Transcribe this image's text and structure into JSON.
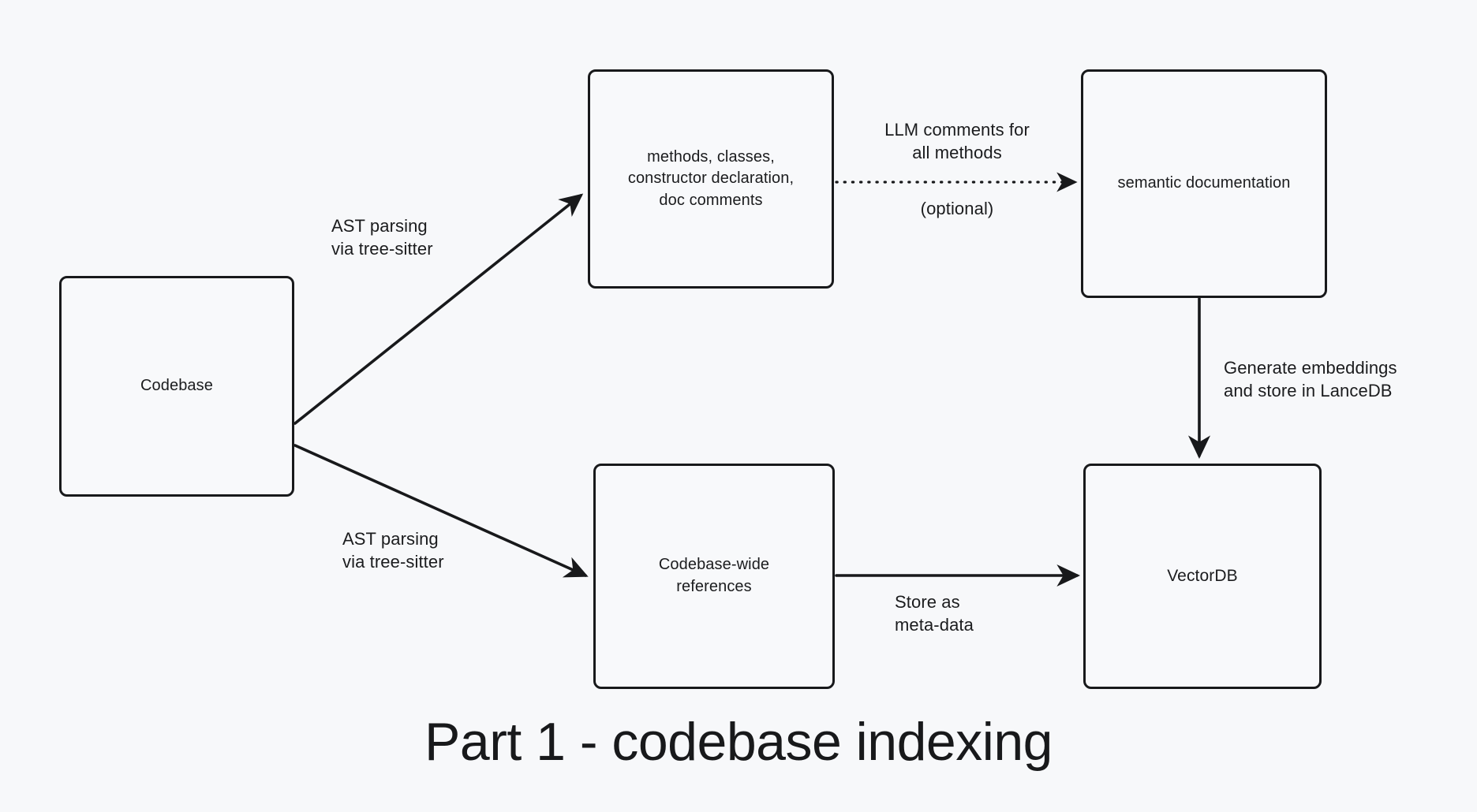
{
  "diagram": {
    "title": "Part 1 - codebase indexing",
    "background_color": "#f7f8fa",
    "stroke_color": "#18191b",
    "nodes": [
      {
        "id": "codebase",
        "label": "Codebase"
      },
      {
        "id": "extracted",
        "label": "methods, classes,\nconstructor declaration,\ndoc comments"
      },
      {
        "id": "semantic_documentation",
        "label": "semantic documentation"
      },
      {
        "id": "codebase_wide_references",
        "label": "Codebase-wide\nreferences"
      },
      {
        "id": "vectordb",
        "label": "VectorDB"
      }
    ],
    "edges": [
      {
        "id": "codebase-to-extracted",
        "from": "codebase",
        "to": "extracted",
        "style": "solid",
        "label": "AST parsing\nvia tree-sitter"
      },
      {
        "id": "extracted-to-semantic",
        "from": "extracted",
        "to": "semantic_documentation",
        "style": "dotted",
        "label": "LLM comments for\nall methods",
        "sublabel": "(optional)"
      },
      {
        "id": "codebase-to-references",
        "from": "codebase",
        "to": "codebase_wide_references",
        "style": "solid",
        "label": "AST parsing\nvia tree-sitter"
      },
      {
        "id": "semantic-to-vectordb",
        "from": "semantic_documentation",
        "to": "vectordb",
        "style": "solid",
        "label": "Generate embeddings\nand store in LanceDB"
      },
      {
        "id": "references-to-vectordb",
        "from": "codebase_wide_references",
        "to": "vectordb",
        "style": "solid",
        "label": "Store as\nmeta-data"
      }
    ]
  }
}
